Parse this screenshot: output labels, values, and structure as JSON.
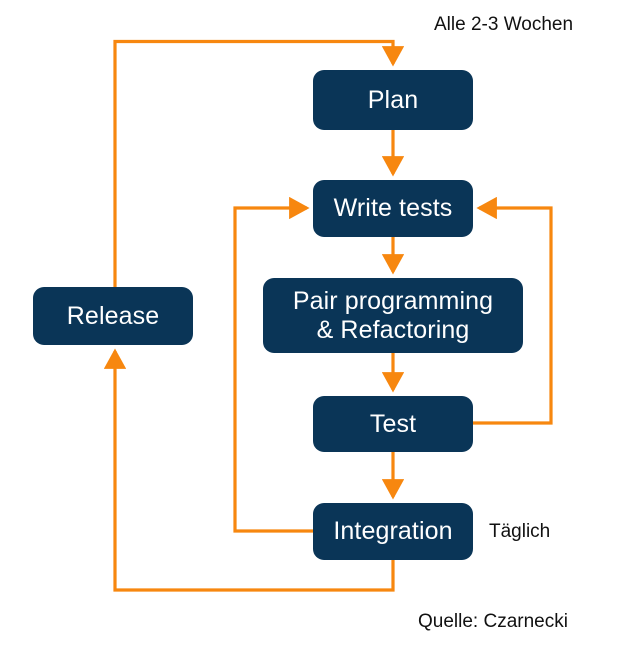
{
  "diagram": {
    "title": "Extreme Programming / Agile iteration cycle",
    "colors": {
      "node_fill": "#0a3557",
      "node_text": "#ffffff",
      "arrow": "#f7870f",
      "annotation_text": "#111111",
      "background": "#ffffff"
    },
    "nodes": [
      {
        "id": "plan",
        "label": "Plan"
      },
      {
        "id": "write-tests",
        "label": "Write tests"
      },
      {
        "id": "pair-programming",
        "label": "Pair programming\n& Refactoring"
      },
      {
        "id": "test",
        "label": "Test"
      },
      {
        "id": "integration",
        "label": "Integration"
      },
      {
        "id": "release",
        "label": "Release"
      }
    ],
    "annotations": [
      {
        "id": "iteration-cadence",
        "text": "Alle 2-3 Wochen"
      },
      {
        "id": "integration-cadence",
        "text": "Täglich"
      },
      {
        "id": "source-credit",
        "text": "Quelle: Czarnecki"
      }
    ],
    "edges": [
      {
        "id": "plan-to-write-tests",
        "from": "Plan",
        "to": "Write tests"
      },
      {
        "id": "write-tests-to-pair-programming",
        "from": "Write tests",
        "to": "Pair programming & Refactoring"
      },
      {
        "id": "pair-programming-to-test",
        "from": "Pair programming & Refactoring",
        "to": "Test"
      },
      {
        "id": "test-to-integration",
        "from": "Test",
        "to": "Integration"
      },
      {
        "id": "test-to-write-tests",
        "from": "Test",
        "to": "Write tests"
      },
      {
        "id": "integration-to-write-tests",
        "from": "Integration",
        "to": "Write tests"
      },
      {
        "id": "integration-to-release",
        "from": "Integration",
        "to": "Release"
      },
      {
        "id": "release-to-plan",
        "from": "Release",
        "to": "Plan"
      }
    ]
  }
}
